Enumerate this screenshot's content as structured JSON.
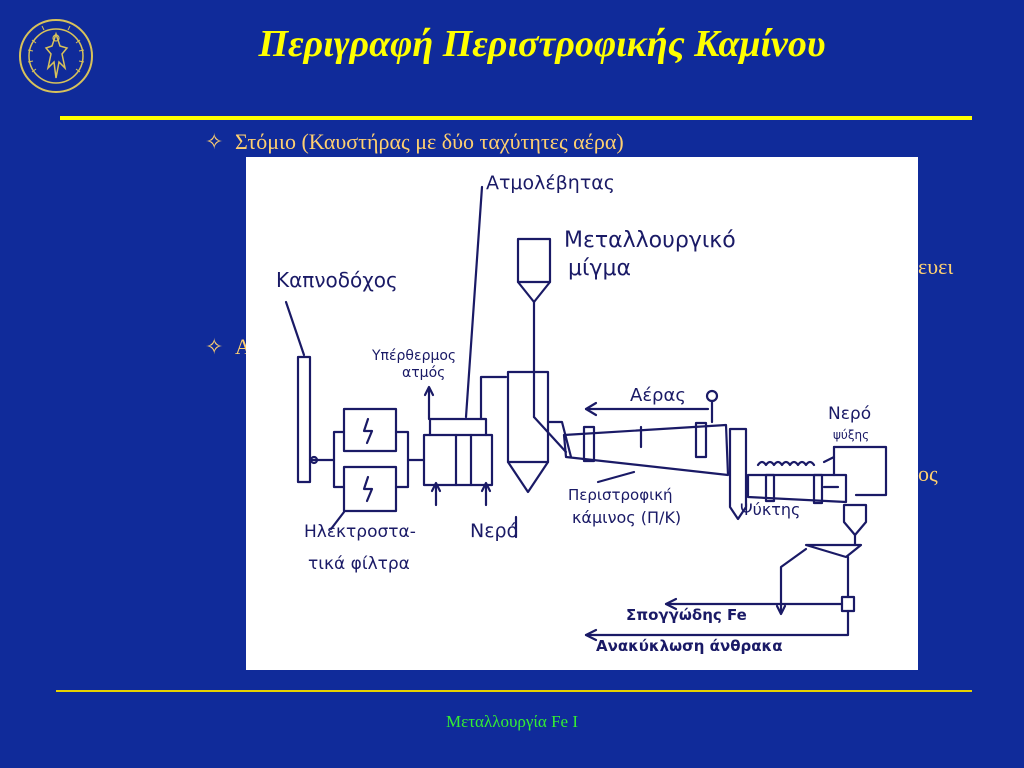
{
  "slide": {
    "title": "Περιγραφή Περιστροφικής Καμίνου",
    "footer": "Μεταλλουργία Fe I"
  },
  "bullets": [
    {
      "icon": "four-pointed-star-icon",
      "text": "Στόμιο (Καυστήρας με δύο ταχύτητες αέρα)"
    },
    {
      "icon": "four-pointed-star-icon",
      "text": "Α"
    }
  ],
  "hidden_text_fragments": [
    "ευει",
    "ος"
  ],
  "diagram": {
    "labels": {
      "steam_drum": "Ατμολέβητας",
      "metal_mix_line1": "Μεταλλουργικό",
      "metal_mix_line2": "μίγμα",
      "chimney": "Καπνοδόχος",
      "superheated_line1": "Υπέρθερμος",
      "superheated_line2": "ατμός",
      "air": "Αέρας",
      "cooling_water_line1": "Νερό",
      "cooling_water_line2": "ψύξης",
      "kiln_line1": "Περιστροφική",
      "kiln_line2": "κάμινος (Π/Κ)",
      "cooler": "Ψύκτης",
      "water": "Νερό",
      "filters_line1": "Ηλεκτροστα-",
      "filters_line2": "τικά φίλτρα",
      "sponge_iron": "Σπογγώδης Fe",
      "carbon_recycle": "Ανακύκλωση άνθρακα"
    }
  },
  "colors": {
    "background": "#102b9a",
    "title": "#ffff00",
    "bullet_text": "#ffd070",
    "footer": "#33ee33",
    "diagram_ink": "#1a1a66"
  }
}
